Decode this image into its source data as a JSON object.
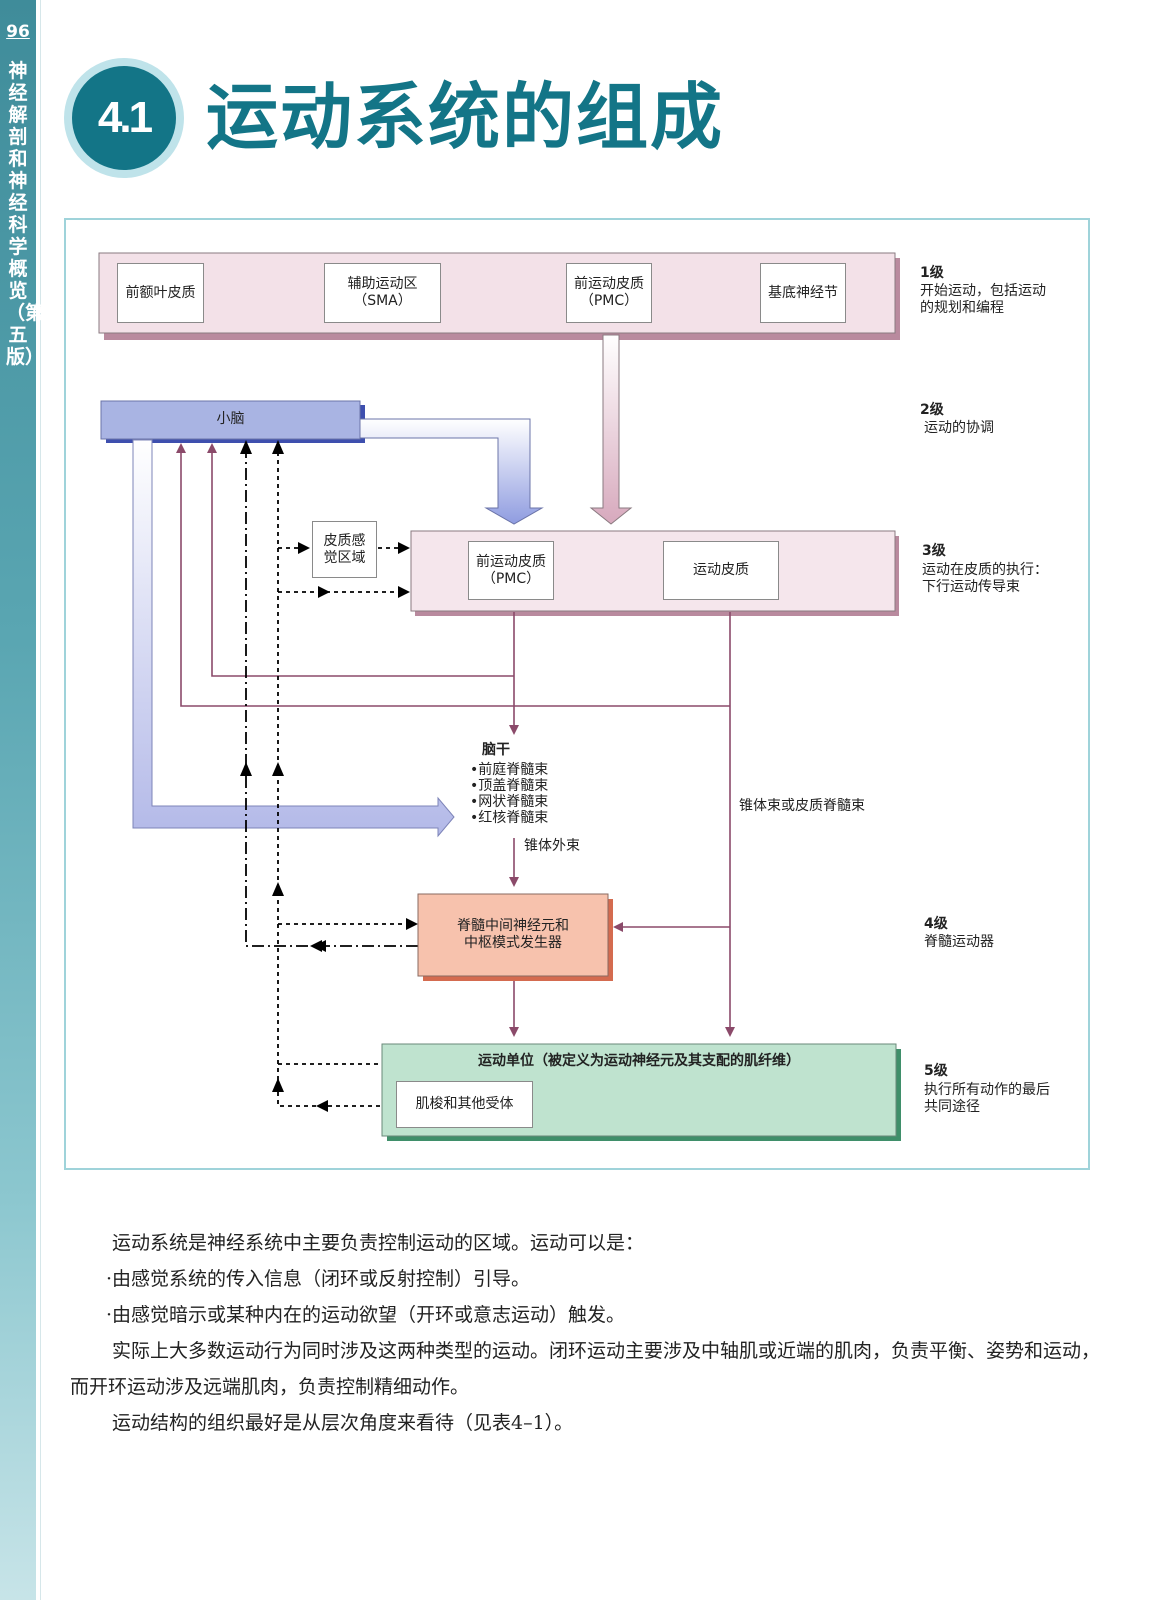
{
  "page": {
    "page_number": "96",
    "book_title": "神经解剖和神经科学概览（第五版）",
    "section_number": "4.1",
    "section_title": "运动系统的组成"
  },
  "diagram": {
    "level1": {
      "boxes": [
        "前额叶皮质",
        "辅助运动区\n（SMA）",
        "前运动皮质\n（PMC）",
        "基底神经节"
      ],
      "title": "1级",
      "desc": "开始运动，包括运动\n的规划和编程"
    },
    "level2": {
      "cerebellum": "小脑",
      "title": "2级",
      "desc": "运动的协调"
    },
    "sensory_cortex": "皮质感\n觉区域",
    "level3": {
      "boxes": [
        "前运动皮质\n（PMC）",
        "运动皮质"
      ],
      "title": "3级",
      "desc": "运动在皮质的执行：\n下行运动传导束"
    },
    "brainstem": {
      "title": "脑干",
      "items": [
        "•前庭脊髓束",
        "•顶盖脊髓束",
        "•网状脊髓束",
        "•红核脊髓束"
      ]
    },
    "extrapyramidal_label": "锥体外束",
    "pyramidal_label": "锥体束或皮质脊髓束",
    "level4": {
      "box": "脊髓中间神经元和\n中枢模式发生器",
      "title": "4级",
      "desc": "脊髓运动器"
    },
    "level5": {
      "box": "运动单位（被定义为运动神经元及其支配的肌纤维）",
      "receptor_box": "肌梭和其他受体",
      "title": "5级",
      "desc": "执行所有动作的最后\n共同途径"
    },
    "colors": {
      "level1_fill": "#f3e1e8",
      "cerebellum_fill": "#a9b4e3",
      "level3_fill": "#f5e6ec",
      "level4_fill": "#f7c2ad",
      "level5_fill": "#bfe3cf",
      "path_line": "#8b4a6a",
      "accent": "#137587"
    }
  },
  "body": {
    "p1": "运动系统是神经系统中主要负责控制运动的区域。运动可以是：",
    "bullet1": "·由感觉系统的传入信息（闭环或反射控制）引导。",
    "bullet2": "·由感觉暗示或某种内在的运动欲望（开环或意志运动）触发。",
    "p2": "实际上大多数运动行为同时涉及这两种类型的运动。闭环运动主要涉及中轴肌或近端的肌肉，负责平衡、姿势和运动，而开环运动涉及远端肌肉，负责控制精细动作。",
    "p3": "运动结构的组织最好是从层次角度来看待（见表4–1）。"
  }
}
